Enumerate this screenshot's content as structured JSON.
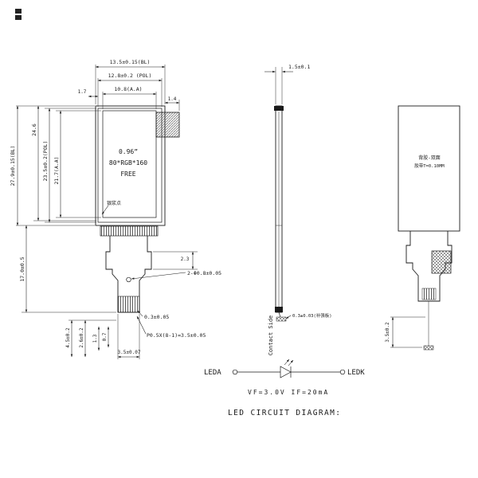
{
  "front": {
    "dim_top_bl": "13.5±0.15(BL)",
    "dim_top_pol": "12.8±0.2 (POL)",
    "dim_top_aa": "10.8(A.A)",
    "dim_1_7": "1.7",
    "dim_1_4": "1.4",
    "dim_left_bl": "27.9±0.15(BL)",
    "dim_left_24_6": "24.6",
    "dim_left_pol": "23.5±0.2(POL)",
    "dim_left_aa": "21.7(A.A)",
    "dim_left_fpc": "17.0±0.5",
    "panel_size": "0.96”",
    "panel_res": "80*RGB*160",
    "panel_note": "FREE",
    "silver_dot": "银浆点",
    "dim_2_3": "2.3",
    "dim_holes": "2-Φ0.8±0.05",
    "dim_0_3": "0.3±0.05",
    "dim_pitch": "P0.5X(8-1)=3.5±0.05",
    "dim_4_5": "4.5±0.2",
    "dim_2_6": "2.6±0.2",
    "dim_1_3": "1.3",
    "dim_0_7": "0.7",
    "dim_3_5": "3.5±0.07"
  },
  "side": {
    "dim_thickness": "1.5±0.1",
    "stiffener_note": "0.3±0.03(补强板)",
    "contact_side": "Contact Side"
  },
  "back": {
    "adhesive_line1": "背胶-双面",
    "adhesive_line2": "胶带T=0.10MM",
    "dim_3_5": "3.5±0.2"
  },
  "circuit": {
    "anode": "LEDA",
    "cathode": "LEDK",
    "spec": "VF=3.0V  IF=20mA",
    "title": "LED CIRCUIT DIAGRAM:"
  }
}
